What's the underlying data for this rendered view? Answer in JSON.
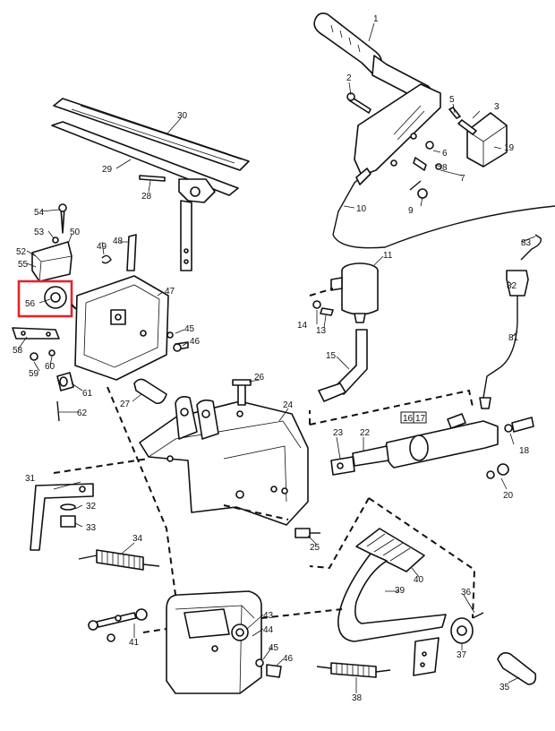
{
  "callouts": {
    "c1": "1",
    "c2": "2",
    "c3": "3",
    "c5": "5",
    "c6": "6",
    "c7": "7",
    "c8": "8",
    "c9": "9",
    "c10": "10",
    "c11": "11",
    "c13": "13",
    "c14": "14",
    "c15": "15",
    "c18": "18",
    "c19": "19",
    "c20": "20",
    "c22": "22",
    "c23": "23",
    "c24": "24",
    "c25": "25",
    "c26": "26",
    "c27": "27",
    "c28": "28",
    "c29": "29",
    "c30": "30",
    "c31": "31",
    "c32": "32",
    "c33": "33",
    "c34": "34",
    "c35": "35",
    "c36": "36",
    "c37": "37",
    "c38": "38",
    "c39": "39",
    "c40": "40",
    "c41": "41",
    "c43": "43",
    "c44": "44",
    "c45a": "45",
    "c45b": "45",
    "c46a": "46",
    "c46b": "46",
    "c47": "47",
    "c48": "48",
    "c49": "49",
    "c50": "50",
    "c52": "52",
    "c53": "53",
    "c54": "54",
    "c55": "55",
    "c56": "56",
    "c58": "58",
    "c59": "59",
    "c60": "60",
    "c61": "61",
    "c62": "62",
    "c81": "81",
    "c82": "82",
    "c83": "83"
  },
  "boxed_callouts": {
    "b16": "16",
    "b17": "17"
  },
  "highlight": {
    "part": "56",
    "color": "#e0262b"
  },
  "colors": {
    "ink": "#111111",
    "paper": "#ffffff"
  }
}
